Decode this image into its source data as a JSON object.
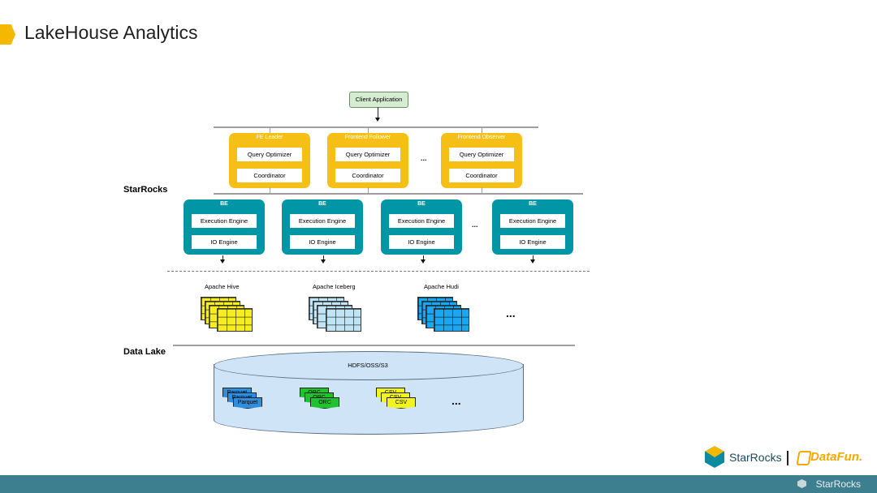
{
  "slide": {
    "title": "LakeHouse Analytics"
  },
  "sections": {
    "starrocks": "StarRocks",
    "data_lake": "Data Lake"
  },
  "client": "Client Application",
  "frontends": [
    {
      "header": "FE Leader",
      "optimizer": "Query Optimizer",
      "coordinator": "Coordinator"
    },
    {
      "header": "Frontend Follower",
      "optimizer": "Query Optimizer",
      "coordinator": "Coordinator"
    },
    {
      "header": "Frontend Observer",
      "optimizer": "Query Optimizer",
      "coordinator": "Coordinator"
    }
  ],
  "backends": [
    {
      "header": "BE",
      "execution": "Execution Engine",
      "io": "IO Engine"
    },
    {
      "header": "BE",
      "execution": "Execution Engine",
      "io": "IO Engine"
    },
    {
      "header": "BE",
      "execution": "Execution Engine",
      "io": "IO Engine"
    },
    {
      "header": "BE",
      "execution": "Execution Engine",
      "io": "IO Engine"
    }
  ],
  "table_formats": [
    "Apache Hive",
    "Apache Iceberg",
    "Apache Hudi"
  ],
  "storage": {
    "label": "HDFS/OSS/S3",
    "files": [
      {
        "type": "parquet",
        "labels": [
          "Parquet",
          "Parquet",
          "Parquet"
        ]
      },
      {
        "type": "orc",
        "labels": [
          "ORC",
          "ORC",
          "ORC"
        ]
      },
      {
        "type": "csv",
        "labels": [
          "CSV",
          "CSV",
          "CSV"
        ]
      }
    ]
  },
  "ellipsis": "...",
  "logos": {
    "starrocks": "StarRocks",
    "datafun": "DataFun."
  },
  "footer": {
    "brand": "StarRocks"
  },
  "colors": {
    "fe": "#f6bf15",
    "be": "#0096a6",
    "hive": "#f5ec22",
    "iceberg": "#bfe4f3",
    "hudi": "#1aa7ef",
    "storage": "#cfe5f7",
    "footer": "#3e7f8f",
    "accent": "#f5b800"
  }
}
